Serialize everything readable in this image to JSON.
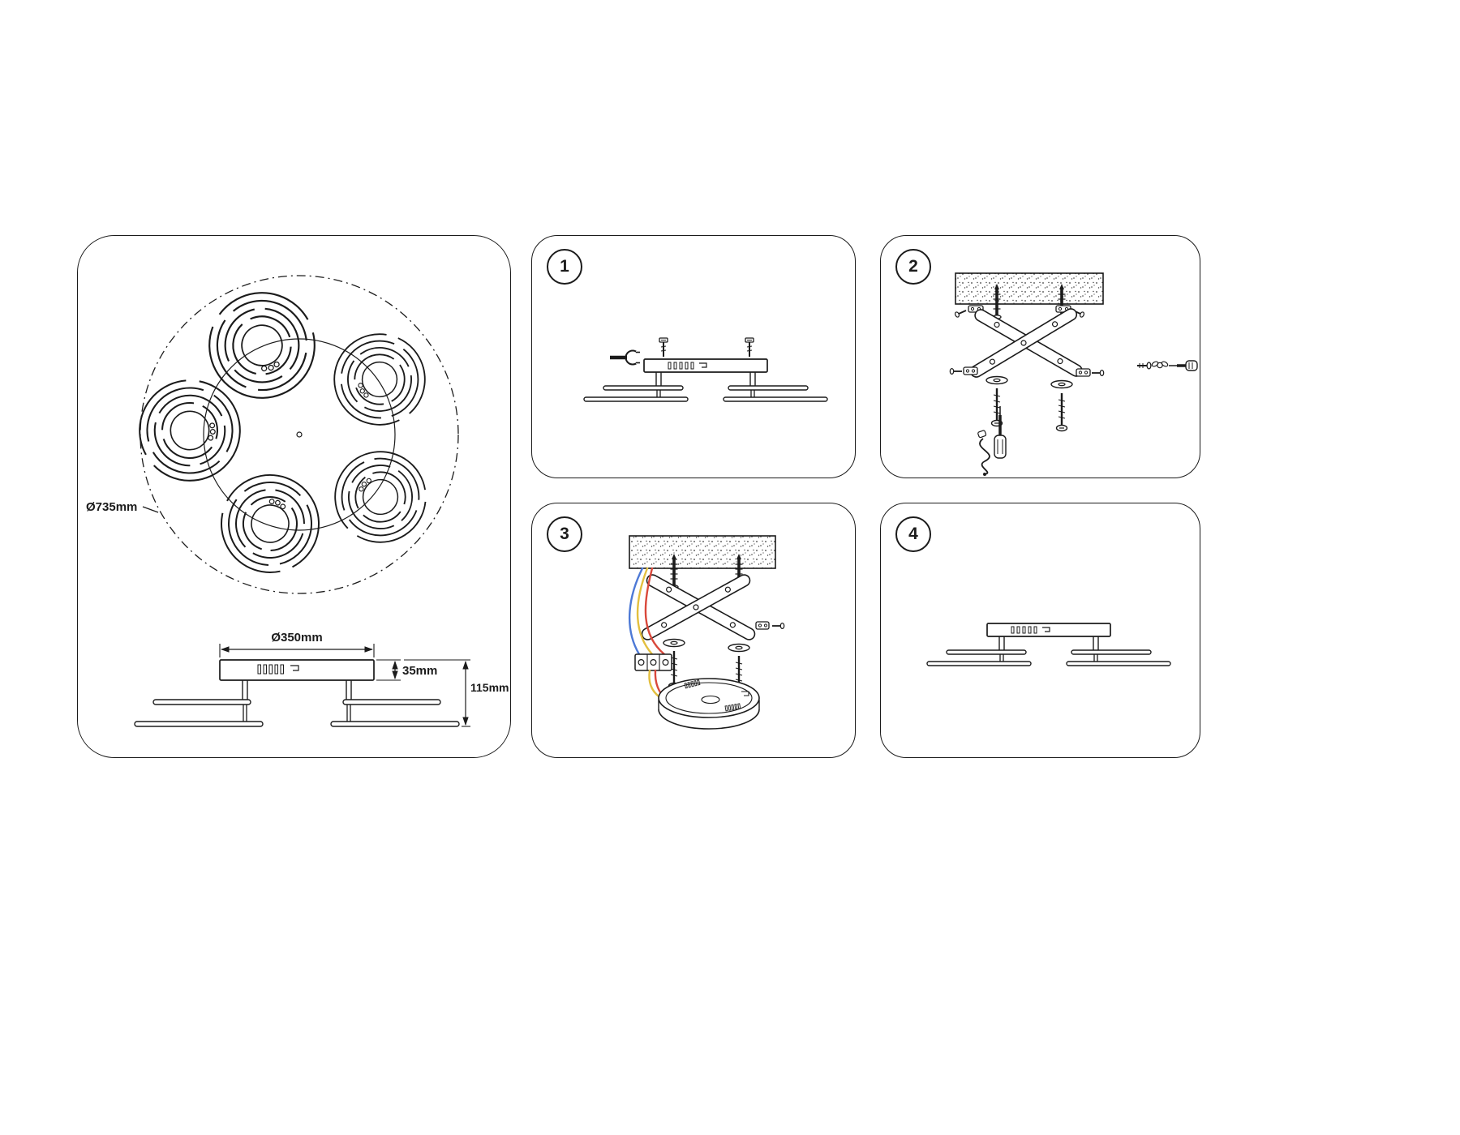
{
  "colors": {
    "line": "#1b1b1b",
    "wire_blue": "#4d79d6",
    "wire_yellow": "#e3bf3f",
    "wire_red": "#d9483b"
  },
  "dimensions_panel": {
    "overall_diameter_label": "Ø735mm",
    "base_diameter_label": "Ø350mm",
    "base_height_label": "35mm",
    "fixture_height_label": "115mm"
  },
  "steps": [
    {
      "number": "1"
    },
    {
      "number": "2"
    },
    {
      "number": "3"
    },
    {
      "number": "4"
    }
  ]
}
